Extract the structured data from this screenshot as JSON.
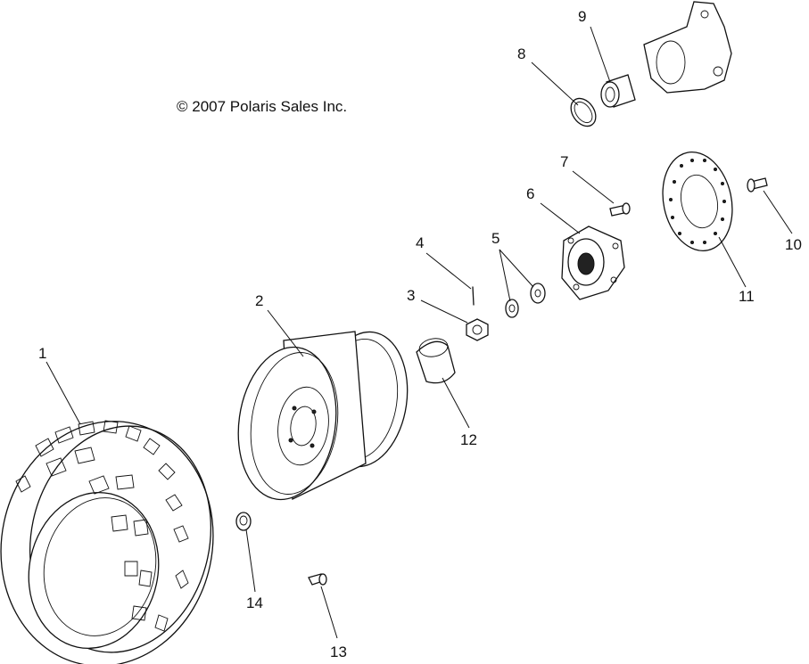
{
  "copyright": "© 2007 Polaris Sales Inc.",
  "callouts": [
    "1",
    "2",
    "3",
    "4",
    "5",
    "6",
    "7",
    "8",
    "9",
    "10",
    "11",
    "12",
    "13",
    "14"
  ],
  "colors": {
    "line": "#111111",
    "background": "#ffffff"
  }
}
